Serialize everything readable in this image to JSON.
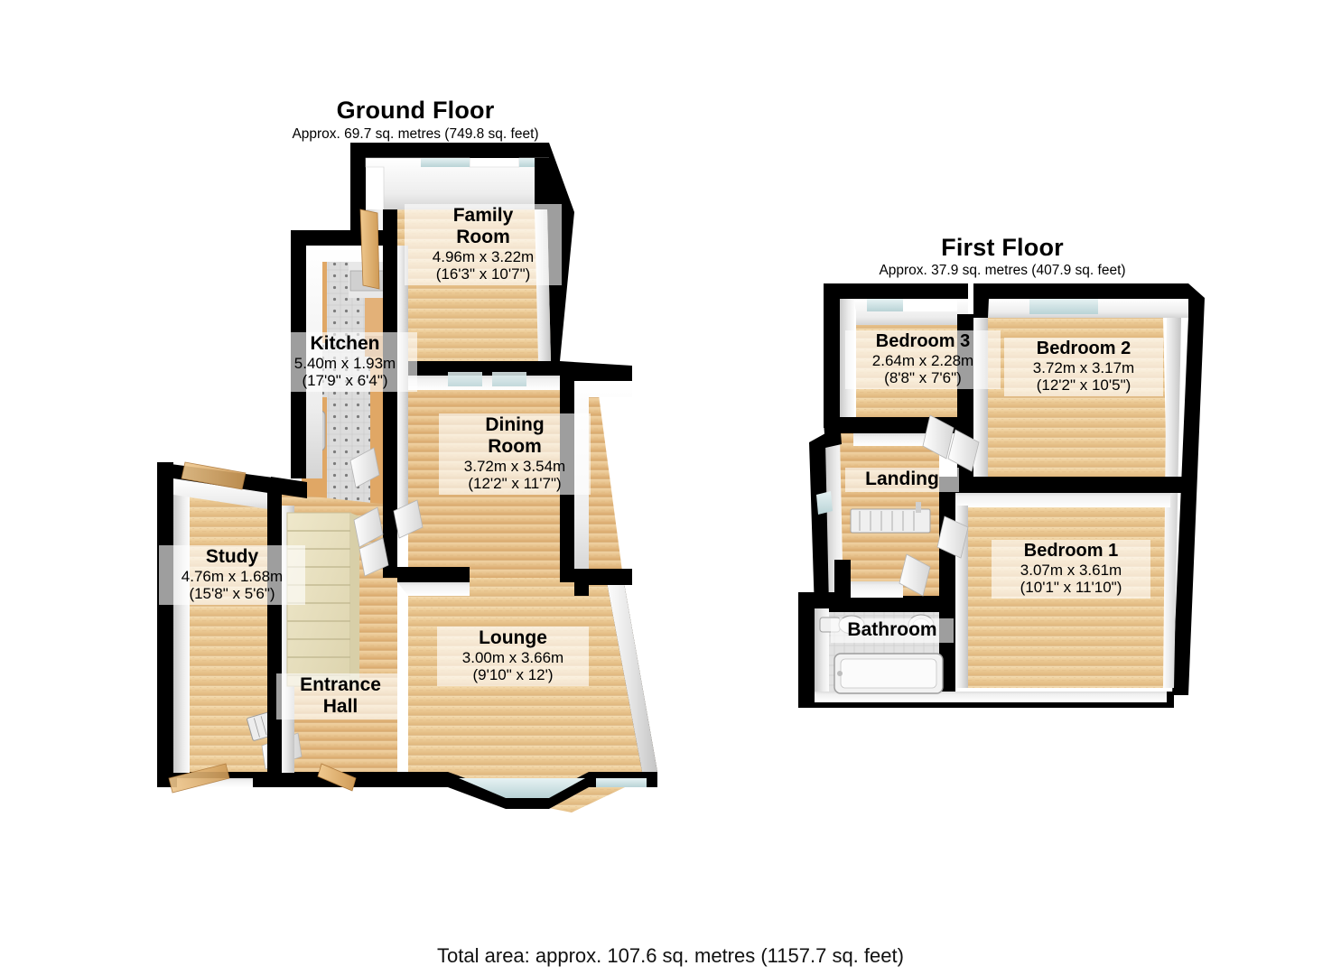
{
  "document": {
    "type": "floor-plan",
    "total_area": "Total area: approx. 107.6 sq. metres (1157.7 sq. feet)"
  },
  "colors": {
    "wall_outline": "#000000",
    "wall_face": "#f2f2f2",
    "wall_shadow": "#cfcfcf",
    "floor_wood_light": "#f3d9ab",
    "floor_wood_mid": "#e8c08a",
    "floor_wood_dark": "#d8a96c",
    "floor_tile": "#d9d9d9",
    "glass": "#cfe3e6",
    "stair_carpet": "#e8e1c0",
    "text": "#000000",
    "label_backdrop": "#ffffff"
  },
  "floors": [
    {
      "id": "ground",
      "title": "Ground Floor",
      "subtitle": "Approx. 69.7 sq. metres (749.8 sq. feet)",
      "rooms": [
        {
          "id": "family-room",
          "name": "Family Room",
          "name_lines": [
            "Family",
            "Room"
          ],
          "metric": "4.96m x 3.22m",
          "imperial": "(16'3\" x 10'7\")",
          "floor_finish": "wood"
        },
        {
          "id": "kitchen",
          "name": "Kitchen",
          "name_lines": [
            "Kitchen"
          ],
          "metric": "5.40m x 1.93m",
          "imperial": "(17'9\" x 6'4\")",
          "floor_finish": "tile"
        },
        {
          "id": "dining-room",
          "name": "Dining Room",
          "name_lines": [
            "Dining",
            "Room"
          ],
          "metric": "3.72m x 3.54m",
          "imperial": "(12'2\" x 11'7\")",
          "floor_finish": "wood"
        },
        {
          "id": "study",
          "name": "Study",
          "name_lines": [
            "Study"
          ],
          "metric": "4.76m x 1.68m",
          "imperial": "(15'8\" x 5'6\")",
          "floor_finish": "wood"
        },
        {
          "id": "lounge",
          "name": "Lounge",
          "name_lines": [
            "Lounge"
          ],
          "metric": "3.00m x 3.66m",
          "imperial": "(9'10\" x 12')",
          "floor_finish": "wood"
        },
        {
          "id": "entrance-hall",
          "name": "Entrance Hall",
          "name_lines": [
            "Entrance",
            "Hall"
          ],
          "metric": "",
          "imperial": "",
          "floor_finish": "wood"
        }
      ]
    },
    {
      "id": "first",
      "title": "First Floor",
      "subtitle": "Approx. 37.9 sq. metres (407.9 sq. feet)",
      "rooms": [
        {
          "id": "bedroom-3",
          "name": "Bedroom 3",
          "name_lines": [
            "Bedroom 3"
          ],
          "metric": "2.64m x 2.28m",
          "imperial": "(8'8\" x 7'6\")",
          "floor_finish": "wood"
        },
        {
          "id": "bedroom-2",
          "name": "Bedroom 2",
          "name_lines": [
            "Bedroom 2"
          ],
          "metric": "3.72m x 3.17m",
          "imperial": "(12'2\" x 10'5\")",
          "floor_finish": "wood"
        },
        {
          "id": "bedroom-1",
          "name": "Bedroom 1",
          "name_lines": [
            "Bedroom 1"
          ],
          "metric": "3.07m x 3.61m",
          "imperial": "(10'1\" x 11'10\")",
          "floor_finish": "wood"
        },
        {
          "id": "landing",
          "name": "Landing",
          "name_lines": [
            "Landing"
          ],
          "metric": "",
          "imperial": "",
          "floor_finish": "wood"
        },
        {
          "id": "bathroom",
          "name": "Bathroom",
          "name_lines": [
            "Bathroom"
          ],
          "metric": "",
          "imperial": "",
          "floor_finish": "tile"
        }
      ]
    }
  ],
  "fixtures": [
    {
      "id": "staircase-ground",
      "name": "staircase"
    },
    {
      "id": "kitchen-sink",
      "name": "sink"
    },
    {
      "id": "bath-tub",
      "name": "bathtub"
    },
    {
      "id": "wc",
      "name": "toilet"
    },
    {
      "id": "wash-basin",
      "name": "basin"
    },
    {
      "id": "radiator-landing",
      "name": "radiator"
    },
    {
      "id": "radiator-hall",
      "name": "radiator"
    }
  ]
}
